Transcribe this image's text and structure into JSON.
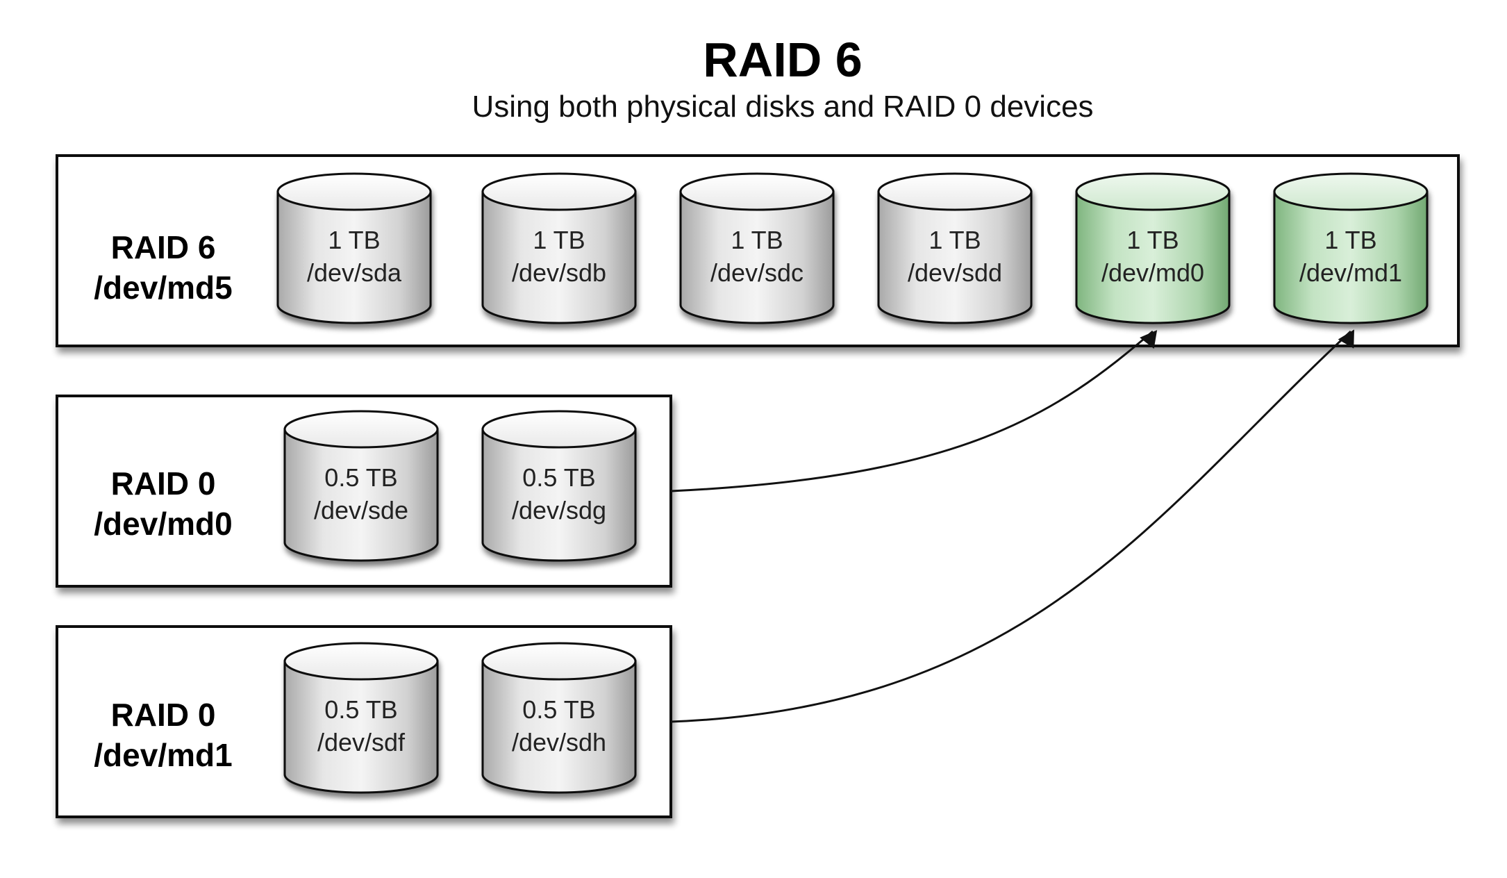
{
  "diagram": {
    "title": "RAID 6",
    "subtitle": "Using both physical disks and RAID 0 devices",
    "groups": [
      {
        "label_line1": "RAID 6",
        "label_line2": "/dev/md5",
        "disks": [
          {
            "size": "1 TB",
            "device": "/dev/sda",
            "color": "gray"
          },
          {
            "size": "1 TB",
            "device": "/dev/sdb",
            "color": "gray"
          },
          {
            "size": "1 TB",
            "device": "/dev/sdc",
            "color": "gray"
          },
          {
            "size": "1 TB",
            "device": "/dev/sdd",
            "color": "gray"
          },
          {
            "size": "1 TB",
            "device": "/dev/md0",
            "color": "green"
          },
          {
            "size": "1 TB",
            "device": "/dev/md1",
            "color": "green"
          }
        ]
      },
      {
        "label_line1": "RAID 0",
        "label_line2": "/dev/md0",
        "disks": [
          {
            "size": "0.5 TB",
            "device": "/dev/sde",
            "color": "gray"
          },
          {
            "size": "0.5 TB",
            "device": "/dev/sdg",
            "color": "gray"
          }
        ]
      },
      {
        "label_line1": "RAID 0",
        "label_line2": "/dev/md1",
        "disks": [
          {
            "size": "0.5 TB",
            "device": "/dev/sdf",
            "color": "gray"
          },
          {
            "size": "0.5 TB",
            "device": "/dev/sdh",
            "color": "gray"
          }
        ]
      }
    ],
    "connections": [
      {
        "from_group": 1,
        "to_group": 0,
        "to_disk": 4
      },
      {
        "from_group": 2,
        "to_group": 0,
        "to_disk": 5
      }
    ],
    "colors": {
      "gray_body_light": "#f2f2f2",
      "gray_body_dark": "#b8b8b8",
      "green_body_light": "#d6eed6",
      "green_body_dark": "#8cc38c",
      "box_stroke": "#111111"
    }
  }
}
